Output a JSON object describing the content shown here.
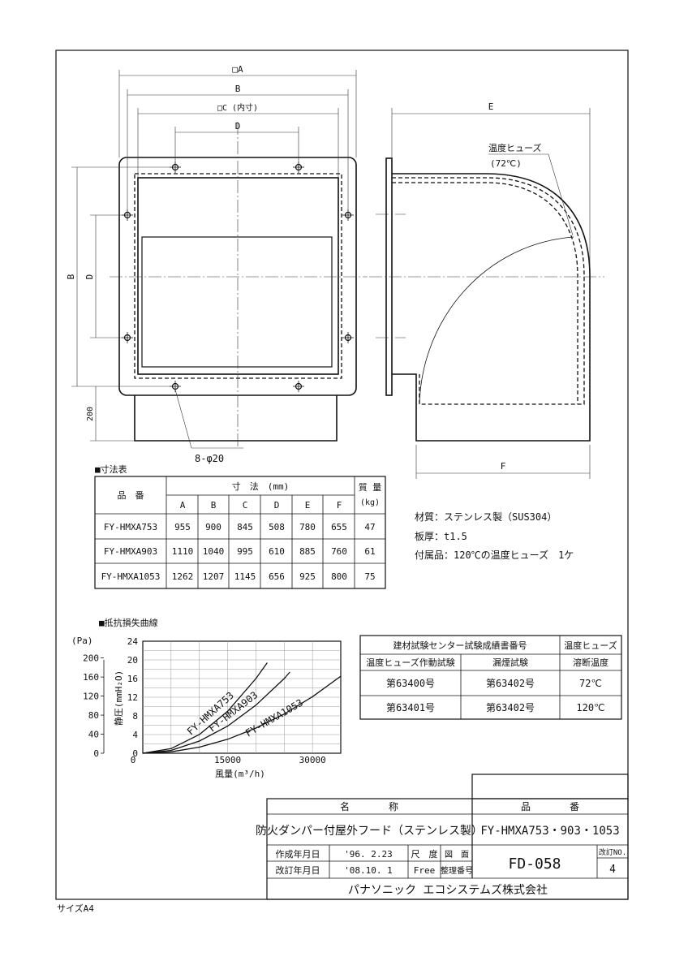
{
  "drawing": {
    "dim_labels": {
      "a": "□A",
      "b": "B",
      "c": "□C (内寸)",
      "d": "D",
      "e": "E",
      "f": "F",
      "b_vertical": "B",
      "d_vertical": "D",
      "h200": "200",
      "holes": "8-φ20",
      "fuse": "温度ヒューズ",
      "fuse_temp": "(72℃)"
    }
  },
  "dimensions_table": {
    "title": "■寸法表",
    "header_product": "品　番",
    "header_dims": "寸　法　(mm)",
    "header_mass_top": "質 量",
    "header_mass_unit": "(kg)",
    "columns": [
      "A",
      "B",
      "C",
      "D",
      "E",
      "F"
    ],
    "rows": [
      {
        "name": "FY-HMXA753",
        "values": [
          "955",
          "900",
          "845",
          "508",
          "780",
          "655"
        ],
        "mass": "47"
      },
      {
        "name": "FY-HMXA903",
        "values": [
          "1110",
          "1040",
          "995",
          "610",
          "885",
          "760"
        ],
        "mass": "61"
      },
      {
        "name": "FY-HMXA1053",
        "values": [
          "1262",
          "1207",
          "1145",
          "656",
          "925",
          "800"
        ],
        "mass": "75"
      }
    ]
  },
  "notes": {
    "material": "材質：ステンレス製（SUS304）",
    "thickness": "板厚：t1.5",
    "accessory": "付属品：120℃の温度ヒューズ　1ケ"
  },
  "chart_title": "■抵抗損失曲線",
  "chart_data": {
    "type": "line",
    "title": "■抵抗損失曲線",
    "xlabel": "風量(m³/h)",
    "ylabel": "静圧(mmH₂O)",
    "ylabel_pa": "(Pa)",
    "xlim": [
      0,
      35000
    ],
    "ylim": [
      0,
      24
    ],
    "x_ticks": [
      "0",
      "15000",
      "30000"
    ],
    "y_ticks": [
      "0",
      "4",
      "8",
      "12",
      "16",
      "20",
      "24"
    ],
    "pa_ticks": [
      "0",
      "40",
      "80",
      "120",
      "160",
      "200"
    ],
    "grid": true,
    "series": [
      {
        "name": "FY-HMXA753",
        "x": [
          0,
          5000,
          10000,
          15000,
          20000,
          22000
        ],
        "y": [
          0,
          1.0,
          4.0,
          9.0,
          16.0,
          19.4
        ]
      },
      {
        "name": "FY-HMXA903",
        "x": [
          0,
          5000,
          10000,
          15000,
          20000,
          25000,
          26000
        ],
        "y": [
          0,
          0.6,
          2.6,
          5.8,
          10.3,
          16.0,
          17.4
        ]
      },
      {
        "name": "FY-HMXA1053",
        "x": [
          0,
          5000,
          10000,
          15000,
          20000,
          25000,
          30000,
          35000
        ],
        "y": [
          0,
          0.3,
          1.3,
          3.0,
          5.4,
          8.4,
          12.1,
          16.5
        ]
      }
    ]
  },
  "cert_table": {
    "header_main": "建材試験センター試験成績書番号",
    "header_fuse": "温度ヒューズ",
    "sub_fuse_test": "温度ヒューズ作動試験",
    "sub_smoke_test": "漏煙試験",
    "sub_melt_temp": "溶断温度",
    "rows": [
      {
        "fuse_test": "第63400号",
        "smoke_test": "第63402号",
        "temp": "72℃"
      },
      {
        "fuse_test": "第63401号",
        "smoke_test": "第63402号",
        "temp": "120℃"
      }
    ]
  },
  "title_block": {
    "name_header": "名　　　　称",
    "product_number_header": "品　　　　番",
    "name": "防火ダンパー付屋外フード（ステンレス製）",
    "product_number": "FY-HMXA753・903・1053",
    "created_label": "作成年月日",
    "created_date": "'96. 2.23",
    "revised_label": "改訂年月日",
    "revised_date": "'08.10. 1",
    "scale_label": "尺　度",
    "scale_value": "Free",
    "drawing_label": "図　面",
    "ref_label": "整理番号",
    "drawing_number": "FD-058",
    "revision_label": "改訂NO.",
    "revision_number": "4",
    "company": "パナソニック エコシステムズ株式会社"
  },
  "paper_size": "サイズA4"
}
